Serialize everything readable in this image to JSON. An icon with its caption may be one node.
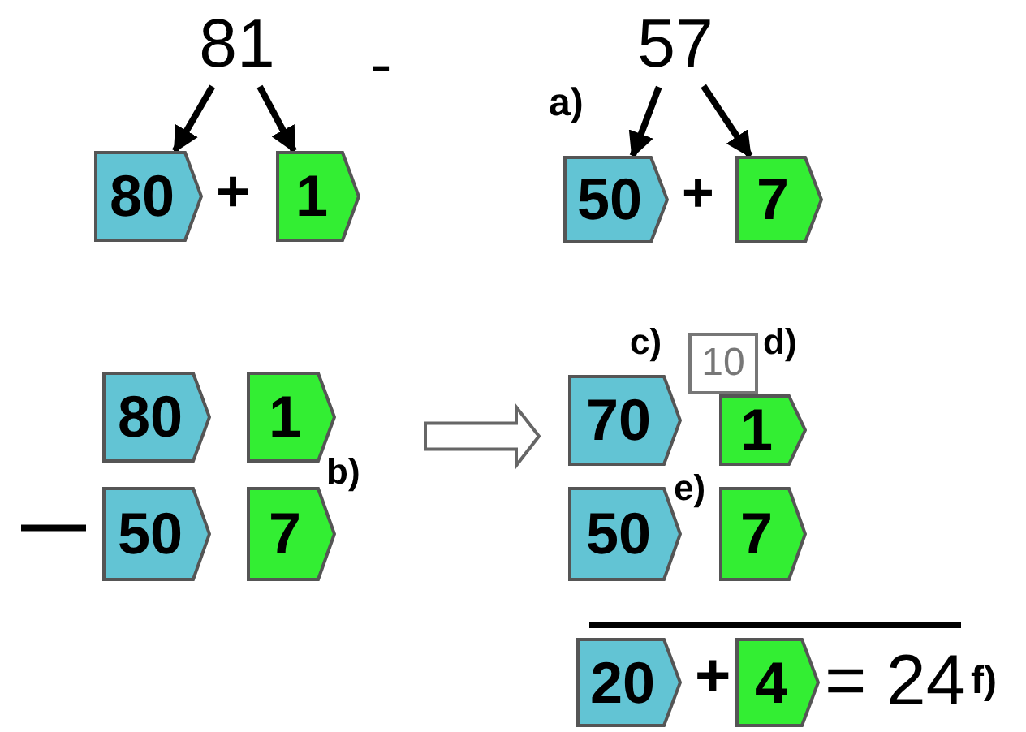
{
  "diagram": {
    "nodes": [
      {
        "text": [
          "81"
        ]
      },
      {
        "text": [
          "57"
        ]
      },
      {
        "text": [
          "80"
        ]
      },
      {
        "text": [
          "1"
        ]
      },
      {
        "text": [
          "50"
        ]
      },
      {
        "text": [
          "7"
        ]
      },
      {
        "text": [
          "10"
        ]
      },
      {
        "text": [
          "80"
        ]
      },
      {
        "text": [
          "1"
        ]
      },
      {
        "text": [
          "70"
        ]
      },
      {
        "text": [
          "1"
        ]
      },
      {
        "text": [
          "50"
        ]
      },
      {
        "text": [
          "7"
        ]
      },
      {
        "text": [
          "50"
        ]
      },
      {
        "text": [
          "7"
        ]
      },
      {
        "text": [
          "20"
        ]
      },
      {
        "text": [
          "4"
        ]
      }
    ],
    "edges": [
      {
        "from": 0,
        "to": 2,
        "arrow": "to"
      },
      {
        "from": 0,
        "to": 3,
        "arrow": "to"
      },
      {
        "from": 1,
        "to": 4,
        "arrow": "to"
      },
      {
        "from": 1,
        "to": 5,
        "arrow": "to"
      },
      {
        "from": 8,
        "to": 9,
        "arrow": "to",
        "style": "thick"
      }
    ],
    "labels": [
      "-",
      "a)",
      "+",
      "+",
      "c)",
      "d)",
      "b)",
      "—",
      "e)",
      "+",
      "= 24",
      "f)"
    ]
  }
}
